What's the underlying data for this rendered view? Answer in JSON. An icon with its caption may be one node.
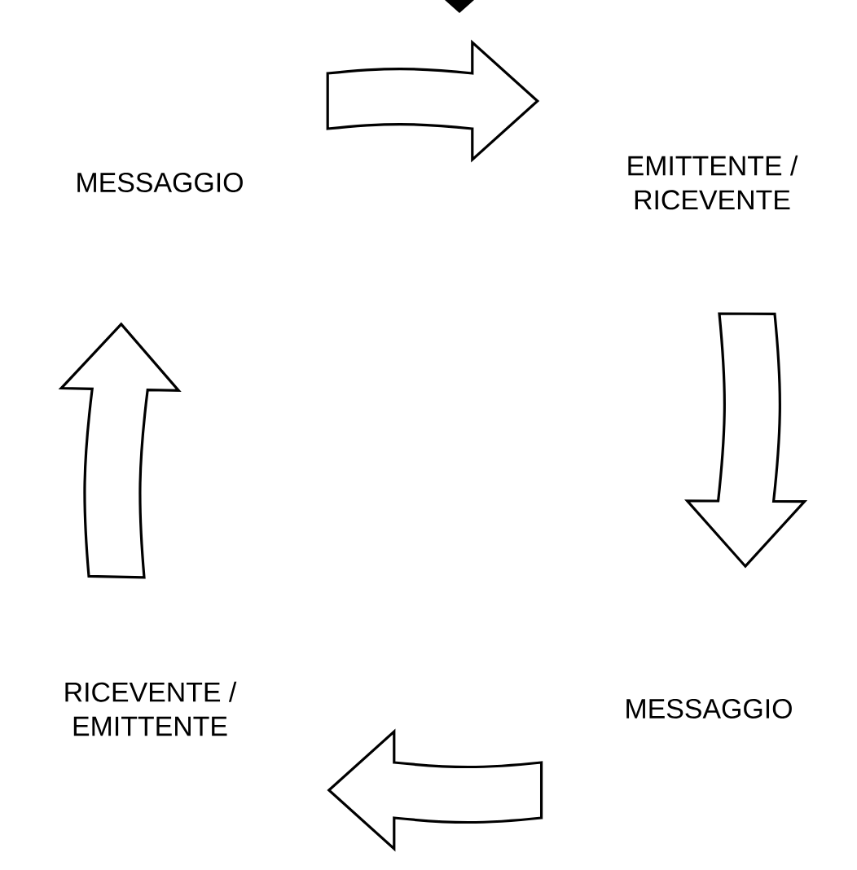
{
  "diagram": {
    "nodes": [
      {
        "text": [
          "MESSAGGIO"
        ]
      },
      {
        "text": [
          "EMITTENTE / RICEVENTE"
        ]
      },
      {
        "text": [
          "MESSAGGIO"
        ]
      },
      {
        "text": [
          "RICEVENTE / EMITTENTE"
        ]
      }
    ],
    "edges": [
      {
        "from": 0,
        "to": 1,
        "arrow": "to"
      },
      {
        "from": 1,
        "to": 2,
        "arrow": "to"
      },
      {
        "from": 2,
        "to": 3,
        "arrow": "to"
      },
      {
        "from": 3,
        "to": 0,
        "arrow": "to"
      }
    ]
  }
}
